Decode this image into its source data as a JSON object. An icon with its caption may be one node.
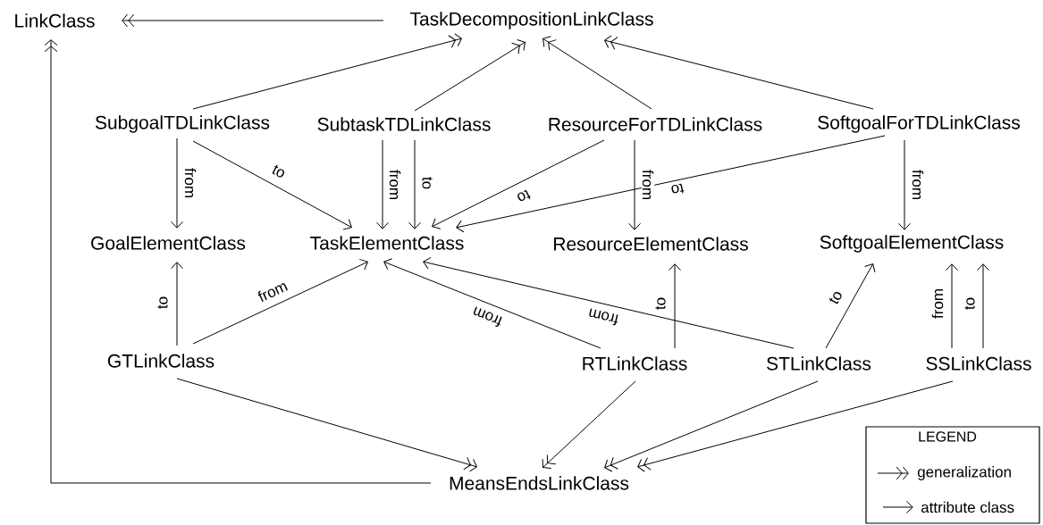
{
  "diagram": {
    "nodes": [
      {
        "text": [
          "LinkClass"
        ]
      },
      {
        "text": [
          "TaskDecompositionLinkClass"
        ]
      },
      {
        "text": [
          "SubgoalTDLinkClass"
        ]
      },
      {
        "text": [
          "SubtaskTDLinkClass"
        ]
      },
      {
        "text": [
          "ResourceForTDLinkClass"
        ]
      },
      {
        "text": [
          "SoftgoalForTDLinkClass"
        ]
      },
      {
        "text": [
          "GoalElementClass"
        ]
      },
      {
        "text": [
          "TaskElementClass"
        ]
      },
      {
        "text": [
          "ResourceElementClass"
        ]
      },
      {
        "text": [
          "SoftgoalElementClass"
        ]
      },
      {
        "text": [
          "GTLinkClass"
        ]
      },
      {
        "text": [
          "RTLinkClass"
        ]
      },
      {
        "text": [
          "STLinkClass"
        ]
      },
      {
        "text": [
          "SSLinkClass"
        ]
      },
      {
        "text": [
          "MeansEndsLinkClass"
        ]
      }
    ],
    "edges": [
      {
        "from": 1,
        "to": 0,
        "arrow": "to"
      },
      {
        "from": 2,
        "to": 1,
        "arrow": "to"
      },
      {
        "from": 3,
        "to": 1,
        "arrow": "to"
      },
      {
        "from": 4,
        "to": 1,
        "arrow": "to"
      },
      {
        "from": 5,
        "to": 1,
        "arrow": "to"
      },
      {
        "from": 14,
        "to": 0,
        "arrow": "to"
      },
      {
        "from": 10,
        "to": 14,
        "arrow": "to"
      },
      {
        "from": 11,
        "to": 14,
        "arrow": "to"
      },
      {
        "from": 12,
        "to": 14,
        "arrow": "to"
      },
      {
        "from": 13,
        "to": 14,
        "arrow": "to"
      },
      {
        "from": 2,
        "to": 6,
        "arrow": "to",
        "label": "from"
      },
      {
        "from": 2,
        "to": 7,
        "arrow": "to",
        "label": "to"
      },
      {
        "from": 3,
        "to": 7,
        "arrow": "to",
        "label": "from"
      },
      {
        "from": 3,
        "to": 7,
        "arrow": "to",
        "label": "to"
      },
      {
        "from": 4,
        "to": 7,
        "arrow": "to",
        "label": "to"
      },
      {
        "from": 4,
        "to": 8,
        "arrow": "to",
        "label": "from"
      },
      {
        "from": 5,
        "to": 7,
        "arrow": "to",
        "label": "to"
      },
      {
        "from": 5,
        "to": 9,
        "arrow": "to",
        "label": "from"
      },
      {
        "from": 10,
        "to": 6,
        "arrow": "to",
        "label": "to"
      },
      {
        "from": 10,
        "to": 7,
        "arrow": "to",
        "label": "from"
      },
      {
        "from": 11,
        "to": 7,
        "arrow": "to",
        "label": "from"
      },
      {
        "from": 11,
        "to": 8,
        "arrow": "to",
        "label": "to"
      },
      {
        "from": 12,
        "to": 7,
        "arrow": "to",
        "label": "from"
      },
      {
        "from": 12,
        "to": 9,
        "arrow": "to",
        "label": "to"
      },
      {
        "from": 13,
        "to": 9,
        "arrow": "to",
        "label": "from"
      },
      {
        "from": 13,
        "to": 9,
        "arrow": "to",
        "label": "to"
      }
    ],
    "labels": [
      "LEGEND"
    ],
    "legend": [
      {
        "text": "generalization"
      },
      {
        "text": "attribute class"
      }
    ]
  }
}
